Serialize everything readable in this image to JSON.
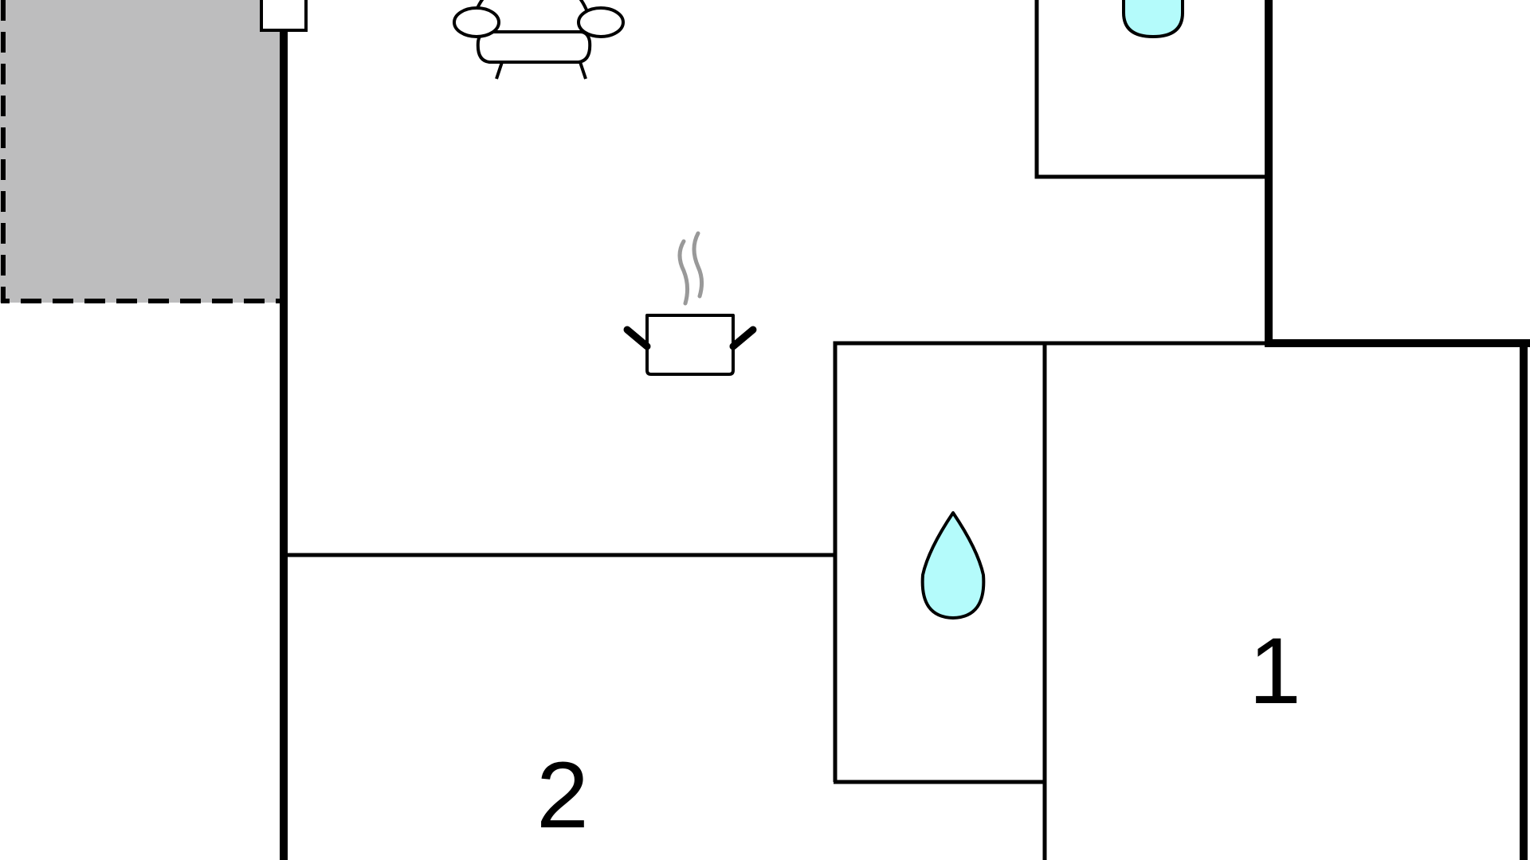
{
  "floorplan": {
    "rooms": [
      {
        "name": "bedroom-1",
        "number_label": "1"
      },
      {
        "name": "bedroom-2",
        "number_label": "2"
      }
    ],
    "icons": [
      {
        "name": "sofa-icon",
        "room": "living-room"
      },
      {
        "name": "cooking-pot-icon",
        "room": "kitchen"
      },
      {
        "name": "water-drop-icon",
        "room": "bathroom-upper"
      },
      {
        "name": "water-drop-icon",
        "room": "bathroom-lower"
      }
    ],
    "colors": {
      "wall": "#000000",
      "outdoor_area": "#bdbdbe",
      "water_drop": "#b4fbfb",
      "steam": "#999999"
    }
  }
}
